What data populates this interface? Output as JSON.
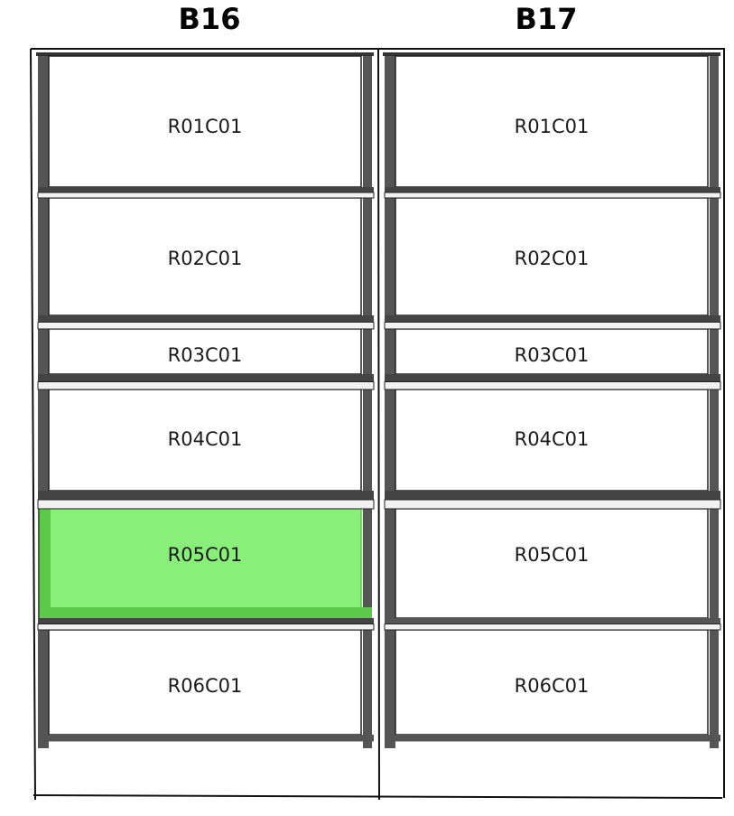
{
  "bays": [
    {
      "name": "B16",
      "slots": [
        {
          "label": "R01C01",
          "selected": false
        },
        {
          "label": "R02C01",
          "selected": false
        },
        {
          "label": "R03C01",
          "selected": false
        },
        {
          "label": "R04C01",
          "selected": false
        },
        {
          "label": "R05C01",
          "selected": true
        },
        {
          "label": "R06C01",
          "selected": false
        }
      ]
    },
    {
      "name": "B17",
      "slots": [
        {
          "label": "R01C01",
          "selected": false
        },
        {
          "label": "R02C01",
          "selected": false
        },
        {
          "label": "R03C01",
          "selected": false
        },
        {
          "label": "R04C01",
          "selected": false
        },
        {
          "label": "R05C01",
          "selected": false
        },
        {
          "label": "R06C01",
          "selected": false
        }
      ]
    }
  ],
  "colors": {
    "selected_fill": "#88ef78",
    "selected_edge": "#5cc94b",
    "shelf_dark": "#555555",
    "shelf_light": "#f2f2f2",
    "frame": "#111111"
  }
}
